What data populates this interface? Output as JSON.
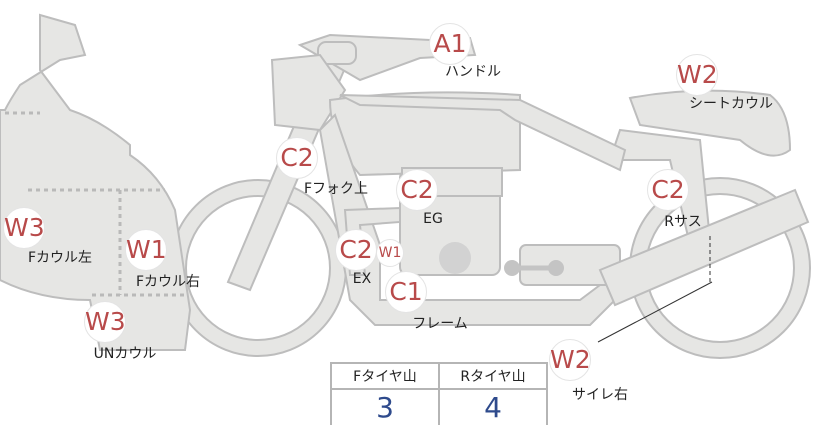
{
  "labels": [
    {
      "code": "A1",
      "name": "ハンドル"
    },
    {
      "code": "W2",
      "name": "シートカウル"
    },
    {
      "code": "C2",
      "name": "Fフォク上"
    },
    {
      "code": "C2",
      "name": "EG"
    },
    {
      "code": "C2",
      "name": "Rサス"
    },
    {
      "code": "W3",
      "name": "Fカウル左"
    },
    {
      "code": "W1",
      "name": "Fカウル右"
    },
    {
      "code": "C2",
      "code2": "W1",
      "name": "EX"
    },
    {
      "code": "C1",
      "name": "フレーム"
    },
    {
      "code": "W3",
      "name": "UNカウル"
    },
    {
      "code": "W2",
      "name": "サイレ右"
    }
  ],
  "tire_table": {
    "headers": [
      "Fタイヤ山",
      "Rタイヤ山"
    ],
    "values": [
      "3",
      "4"
    ]
  },
  "colors": {
    "code": "#b84a4a",
    "value": "#2e4a8c",
    "body": "#e6e6e4",
    "outline": "#bdbdbd"
  }
}
